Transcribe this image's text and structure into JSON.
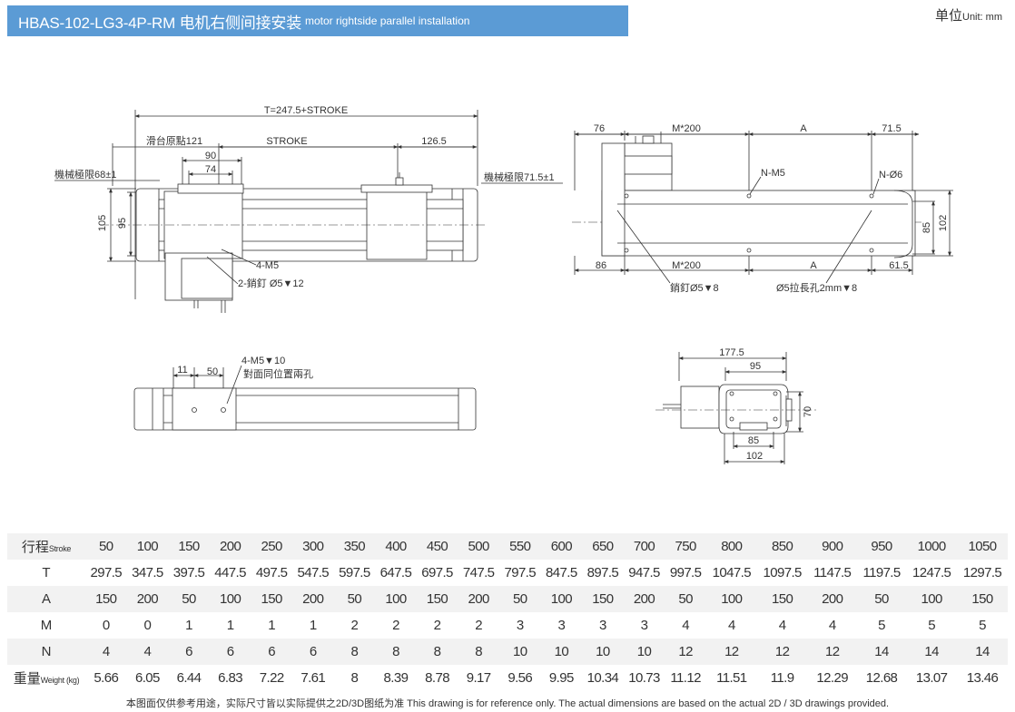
{
  "title": {
    "main": "HBAS-102-LG3-4P-RM 电机右侧间接安装",
    "sub": "motor rightside parallel installation"
  },
  "unit": {
    "label": "单位",
    "sub": "Unit: mm"
  },
  "drawing": {
    "top": {
      "total": "T=247.5+STROKE",
      "origin": "滑台原點121",
      "stroke": "STROKE",
      "right_dim": "126.5",
      "dim90": "90",
      "dim74": "74",
      "limit_left": "機械極限68±1",
      "limit_right": "機械極限71.5±1",
      "h105": "105",
      "h95": "95",
      "m5": "4-M5",
      "pin": "2-銷釘 Ø5▼12"
    },
    "side": {
      "d76": "76",
      "dm200_top": "M*200",
      "da_top": "A",
      "d715": "71.5",
      "nm5": "N-M5",
      "n6": "N-Ø6",
      "d86": "86",
      "dm200_bot": "M*200",
      "da_bot": "A",
      "d615": "61.5",
      "h85": "85",
      "h102": "102",
      "pin": "銷釘Ø5▼8",
      "slot": "Ø5拉長孔2mm▼8"
    },
    "bottom": {
      "d11": "11",
      "d50": "50",
      "m5": "4-M5▼10",
      "note": "對面同位置兩孔"
    },
    "end": {
      "d1775": "177.5",
      "d95": "95",
      "h70": "70",
      "d85": "85",
      "d102": "102"
    }
  },
  "table": {
    "stroke": {
      "label": "行程",
      "sub": "Stroke",
      "values": [
        "50",
        "100",
        "150",
        "200",
        "250",
        "300",
        "350",
        "400",
        "450",
        "500",
        "550",
        "600",
        "650",
        "700",
        "750",
        "800",
        "850",
        "900",
        "950",
        "1000",
        "1050"
      ]
    },
    "t": {
      "label": "T",
      "values": [
        "297.5",
        "347.5",
        "397.5",
        "447.5",
        "497.5",
        "547.5",
        "597.5",
        "647.5",
        "697.5",
        "747.5",
        "797.5",
        "847.5",
        "897.5",
        "947.5",
        "997.5",
        "1047.5",
        "1097.5",
        "1147.5",
        "1197.5",
        "1247.5",
        "1297.5"
      ]
    },
    "a": {
      "label": "A",
      "values": [
        "150",
        "200",
        "50",
        "100",
        "150",
        "200",
        "50",
        "100",
        "150",
        "200",
        "50",
        "100",
        "150",
        "200",
        "50",
        "100",
        "150",
        "200",
        "50",
        "100",
        "150"
      ]
    },
    "m": {
      "label": "M",
      "values": [
        "0",
        "0",
        "1",
        "1",
        "1",
        "1",
        "2",
        "2",
        "2",
        "2",
        "3",
        "3",
        "3",
        "3",
        "4",
        "4",
        "4",
        "4",
        "5",
        "5",
        "5"
      ]
    },
    "n": {
      "label": "N",
      "values": [
        "4",
        "4",
        "6",
        "6",
        "6",
        "6",
        "8",
        "8",
        "8",
        "8",
        "10",
        "10",
        "10",
        "10",
        "12",
        "12",
        "12",
        "12",
        "14",
        "14",
        "14"
      ]
    },
    "weight": {
      "label": "重量",
      "sub": "Weight (kg)",
      "values": [
        "5.66",
        "6.05",
        "6.44",
        "6.83",
        "7.22",
        "7.61",
        "8",
        "8.39",
        "8.78",
        "9.17",
        "9.56",
        "9.95",
        "10.34",
        "10.73",
        "11.12",
        "11.51",
        "11.9",
        "12.29",
        "12.68",
        "13.07",
        "13.46"
      ]
    }
  },
  "footer": "本图面仅供参考用途，实际尺寸皆以实际提供之2D/3D图纸为准 This drawing is for reference only. The actual dimensions are based on the actual 2D / 3D drawings provided."
}
